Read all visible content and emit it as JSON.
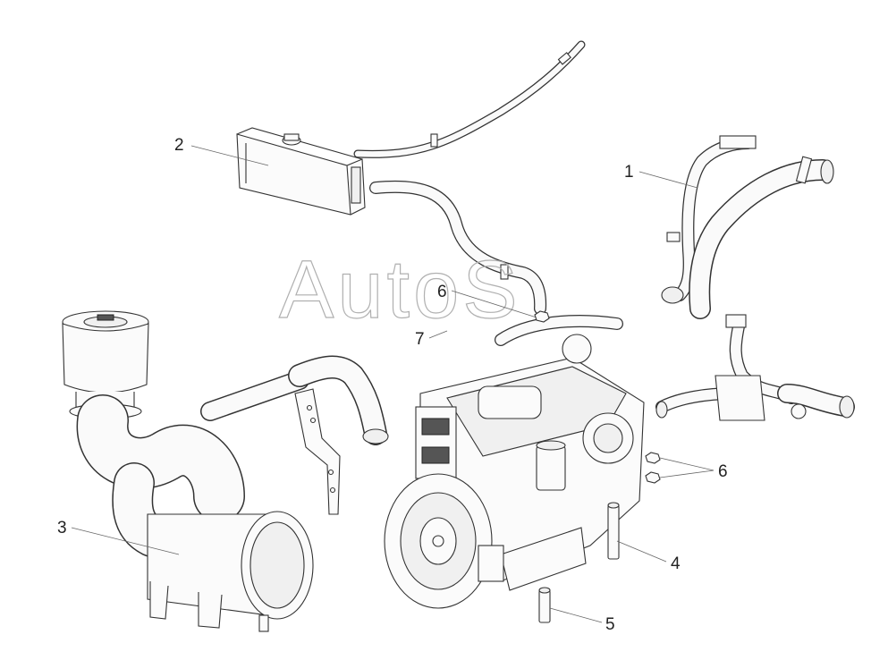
{
  "diagram": {
    "watermark": "AutoS",
    "callouts": [
      "1",
      "2",
      "3",
      "4",
      "5",
      "6",
      "6",
      "7"
    ]
  },
  "icons": {
    "coolant_pipes": "coolant-pipes-icon",
    "expansion_tank": "expansion-tank-icon",
    "air_filter": "air-filter-icon",
    "engine": "engine-icon"
  }
}
